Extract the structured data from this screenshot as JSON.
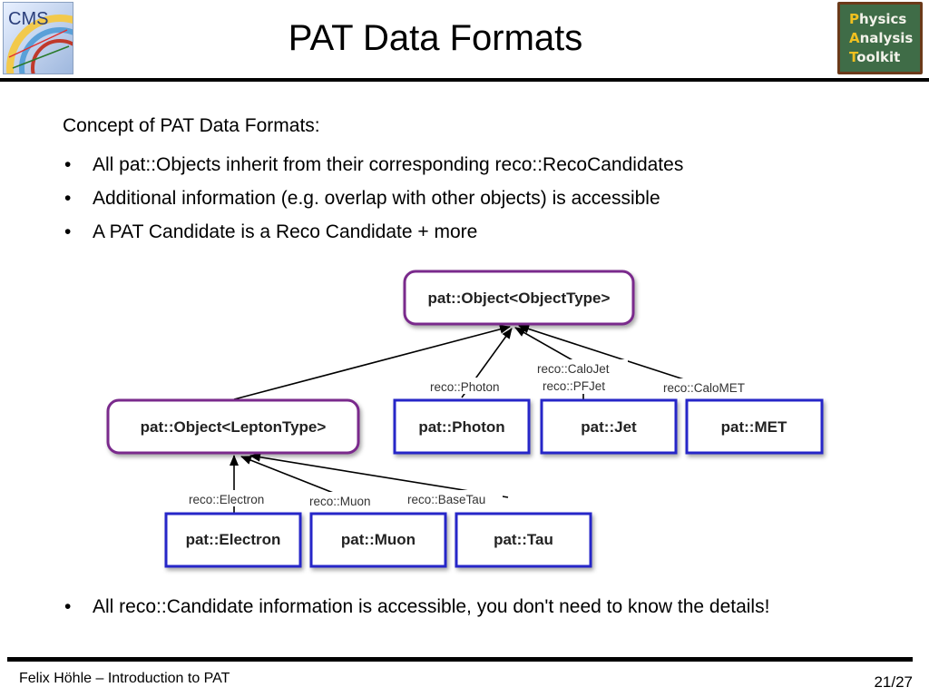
{
  "header": {
    "logo_left": "CMS",
    "title": "PAT Data Formats",
    "logo_right_lines": [
      "Physics",
      "Analysis",
      "Toolkit"
    ]
  },
  "content": {
    "intro": "Concept of PAT Data Formats:",
    "bullets": [
      "All pat::Objects inherit from their corresponding reco::RecoCandidates",
      "Additional information (e.g. overlap with other objects) is accessible",
      "A PAT Candidate is a Reco Candidate + more"
    ],
    "closing_bullet": "All reco::Candidate information is accessible, you don't need to know the details!"
  },
  "diagram": {
    "boxes": {
      "object_type": "pat::Object<ObjectType>",
      "lepton_type": "pat::Object<LeptonType>",
      "photon": "pat::Photon",
      "jet": "pat::Jet",
      "met": "pat::MET",
      "electron": "pat::Electron",
      "muon": "pat::Muon",
      "tau": "pat::Tau"
    },
    "edge_labels": {
      "photon": "reco::Photon",
      "calojet": "reco::CaloJet",
      "pfjet": "reco::PFJet",
      "calomet": "reco::CaloMET",
      "electron": "reco::Electron",
      "muon": "reco::Muon",
      "basetau": "reco::BaseTau"
    },
    "colors": {
      "abstract_border": "#7a2a8c",
      "concrete_border": "#2525c8"
    }
  },
  "footer": {
    "left": "Felix Höhle – Introduction to PAT",
    "page": "21/27"
  }
}
